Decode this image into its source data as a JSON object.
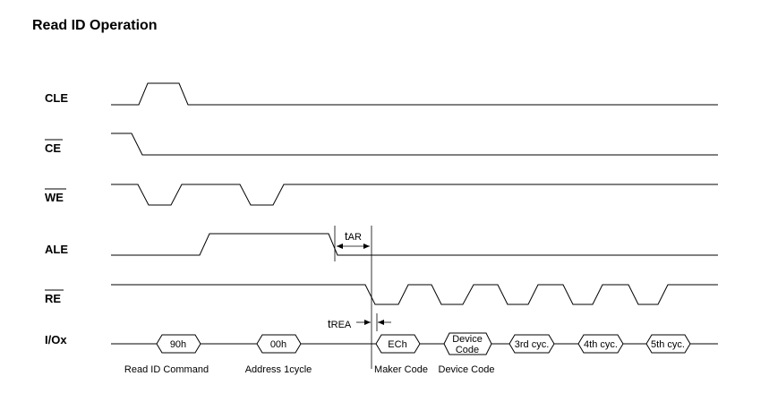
{
  "title": "Read ID Operation",
  "signals": {
    "cle": "CLE",
    "ce": "CE",
    "we": "WE",
    "ale": "ALE",
    "re": "RE",
    "io": "I/Ox"
  },
  "io_bytes": {
    "cmd": "90h",
    "addr": "00h",
    "maker": "ECh",
    "device_line1": "Device",
    "device_line2": "Code",
    "cyc3": "3rd cyc.",
    "cyc4": "4th cyc.",
    "cyc5": "5th cyc."
  },
  "captions": {
    "cmd": "Read ID Command",
    "addr": "Address 1cycle",
    "maker": "Maker Code",
    "device": "Device Code"
  },
  "timing": {
    "tar_t": "t",
    "tar_sub": "AR",
    "trea_t": "t",
    "trea_sub": "REA"
  }
}
